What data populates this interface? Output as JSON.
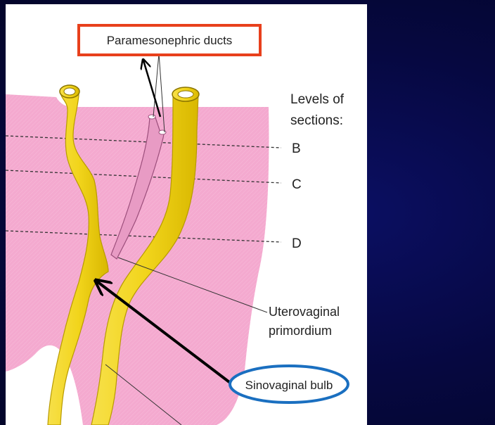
{
  "figure": {
    "title_label": "Paramesonephric ducts",
    "levels_heading_line1": "Levels of",
    "levels_heading_line2": "sections:",
    "levels": [
      "B",
      "C",
      "D"
    ],
    "uterovaginal_line1": "Uterovaginal",
    "uterovaginal_line2": "primordium",
    "sinovaginal_label": "Sinovaginal bulb"
  },
  "colors": {
    "background": "#060840",
    "tissue_pink": "#f4a9cf",
    "duct_yellow": "#f2d51c",
    "paramesonephric_pink": "#e89bc4",
    "title_box_border": "#e8401c",
    "bulb_oval_border": "#1a6fc0"
  }
}
